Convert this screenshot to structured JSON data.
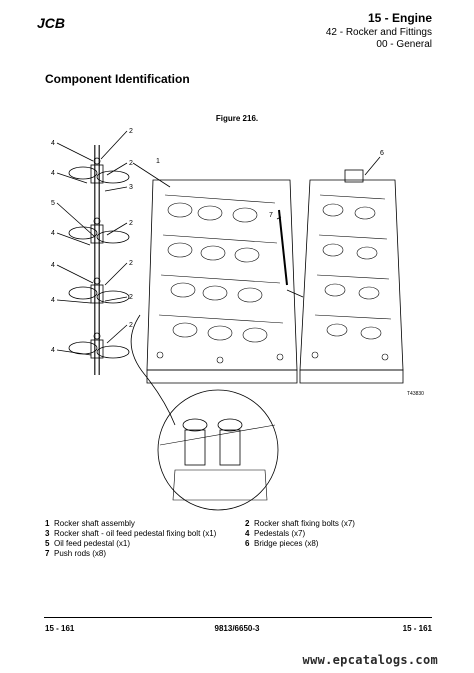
{
  "header": {
    "brand": "JCB",
    "title": "15 - Engine",
    "subtitle1": "42 - Rocker and Fittings",
    "subtitle2": "00 - General"
  },
  "section_title": "Component Identification",
  "figure": {
    "title": "Figure 216.",
    "code": "T43830",
    "callouts": [
      "1",
      "2",
      "3",
      "4",
      "5",
      "6",
      "7"
    ]
  },
  "legend": [
    {
      "num": "1",
      "text": "Rocker shaft assembly"
    },
    {
      "num": "2",
      "text": "Rocker shaft fixing bolts (x7)"
    },
    {
      "num": "3",
      "text": "Rocker shaft - oil feed pedestal fixing bolt (x1)"
    },
    {
      "num": "4",
      "text": "Pedestals (x7)"
    },
    {
      "num": "5",
      "text": "Oil feed pedestal (x1)"
    },
    {
      "num": "6",
      "text": "Bridge pieces (x8)"
    },
    {
      "num": "7",
      "text": "Push rods (x8)"
    }
  ],
  "footer": {
    "left": "15 - 161",
    "center": "9813/6650-3",
    "right": "15 - 161"
  },
  "watermark": "www.epcatalogs.com"
}
